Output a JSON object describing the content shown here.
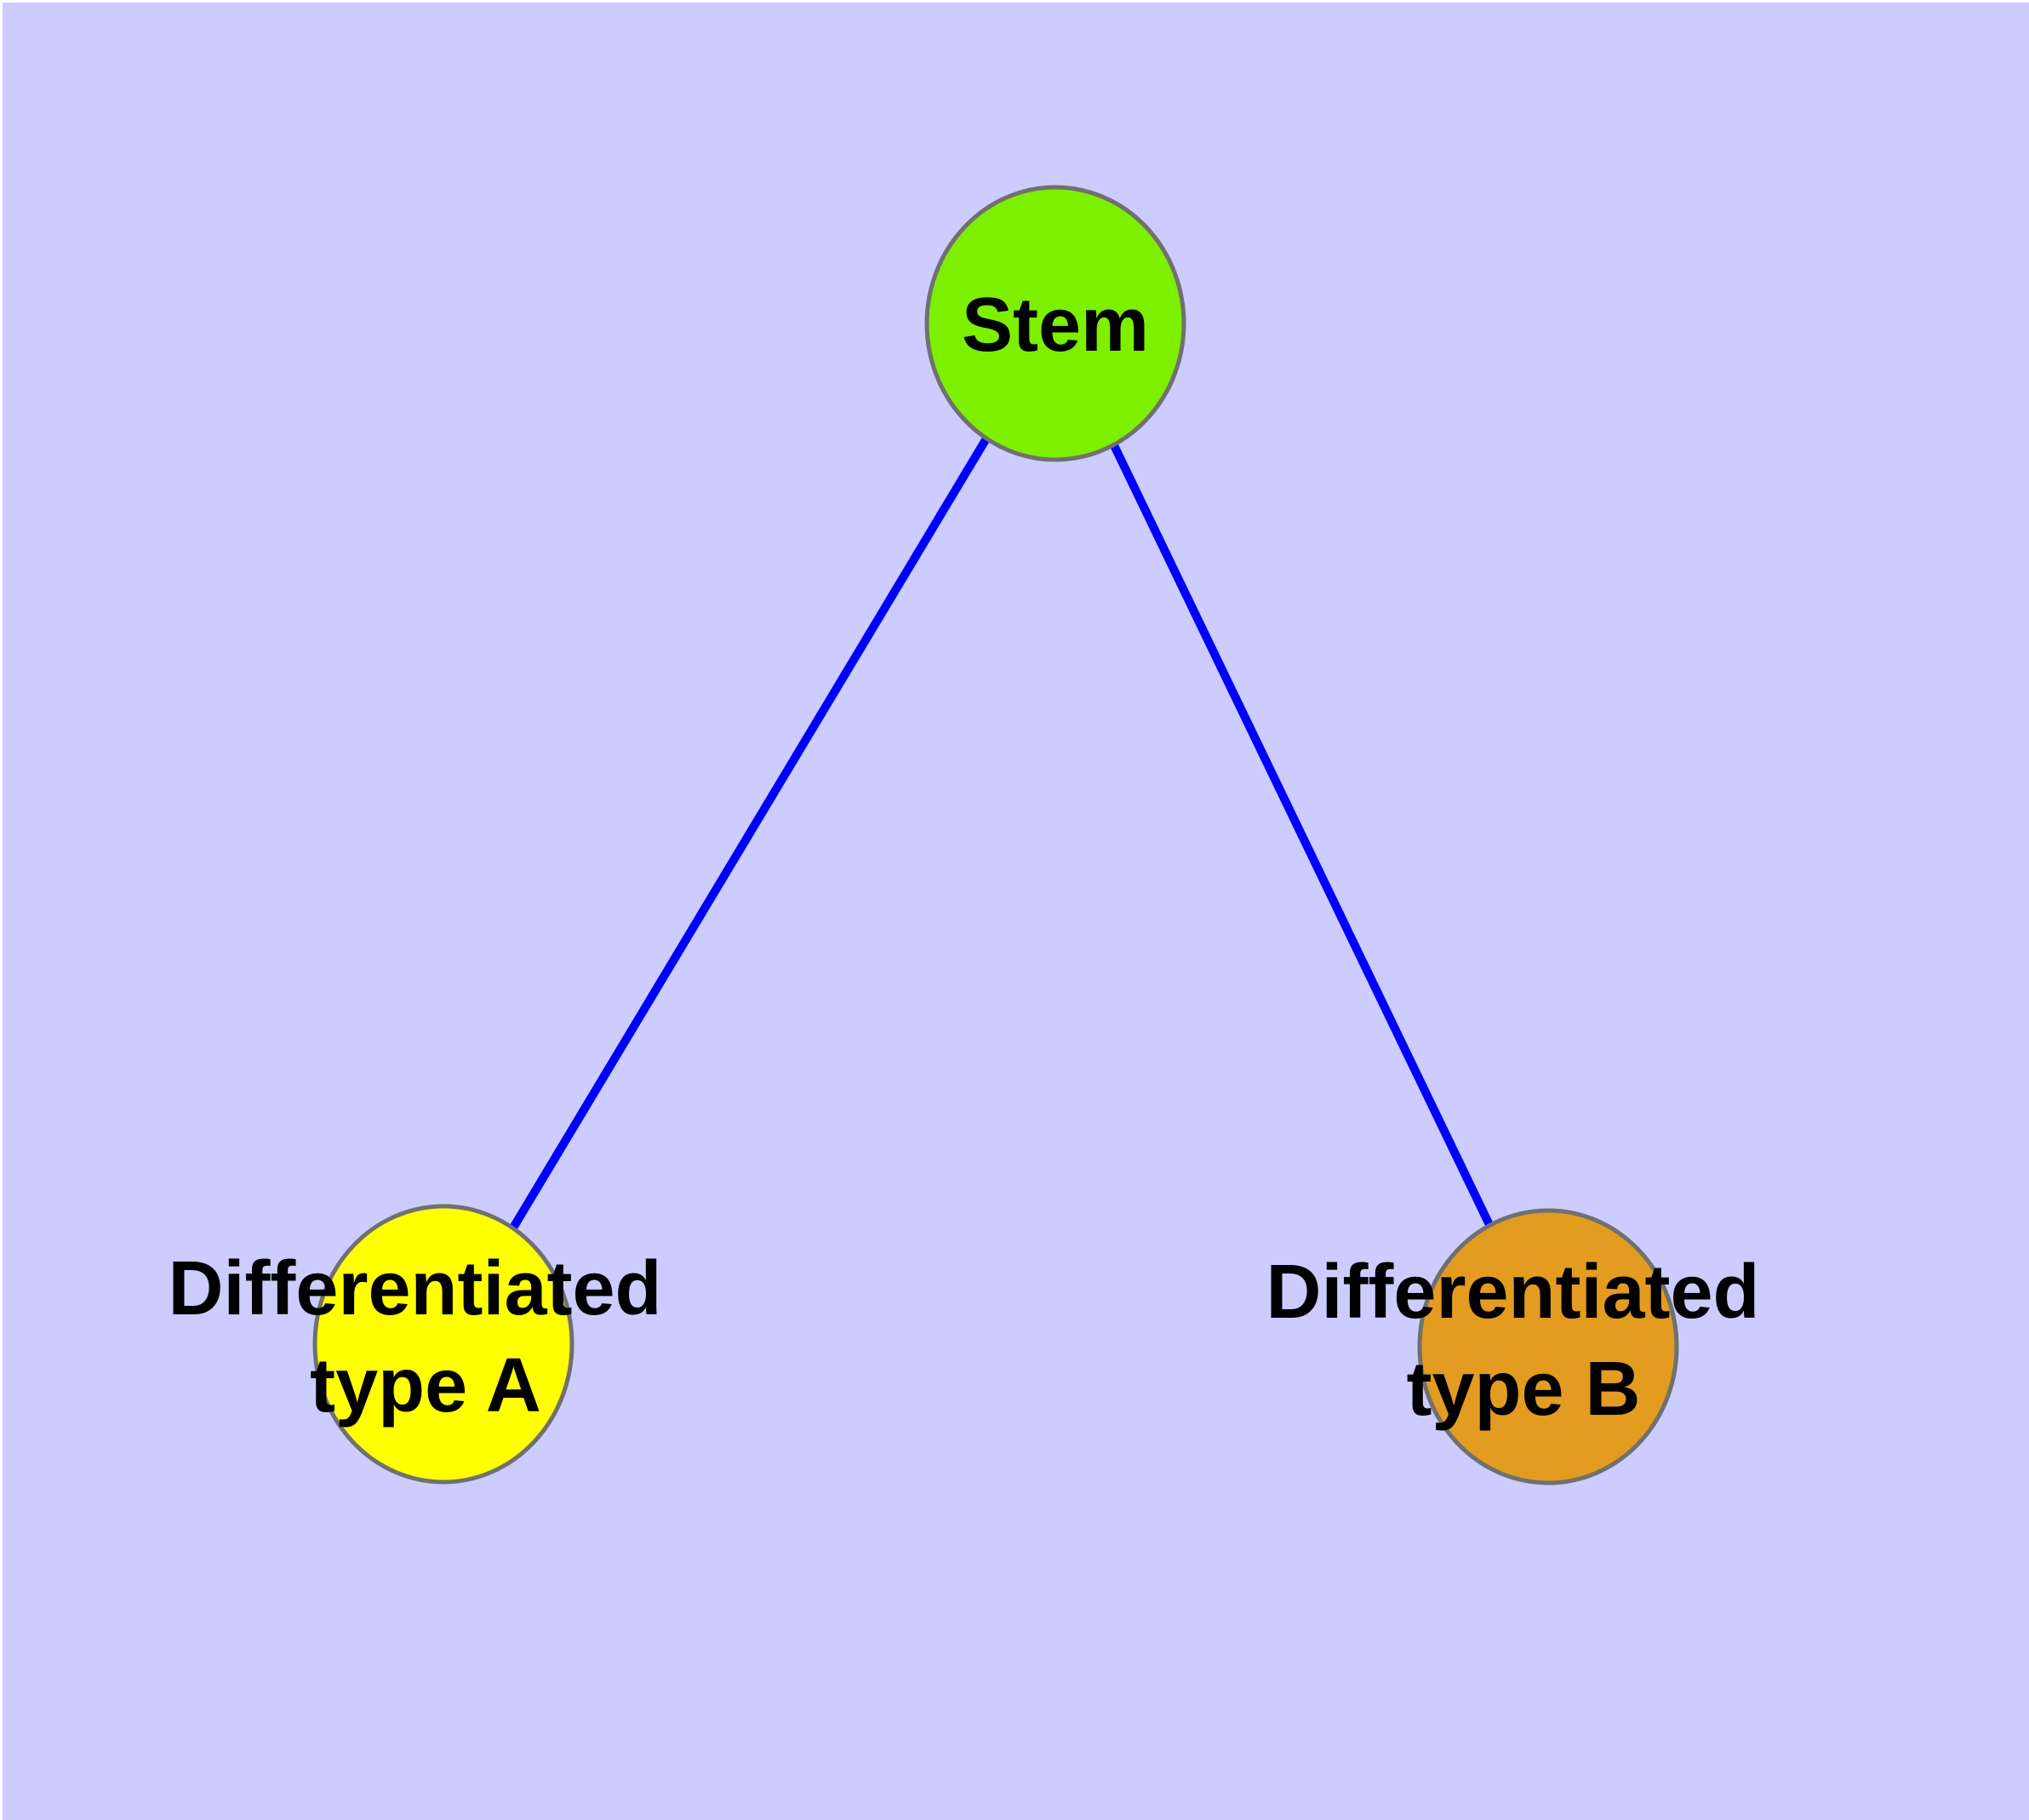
{
  "colors": {
    "page_margin": "#FFFFFF",
    "background": "#CCCCFF",
    "edge": "#0000FF",
    "node_border": "#707070",
    "label_text": "#000000"
  },
  "nodes": {
    "stem": {
      "label": "Stem",
      "fill": "#7DF000"
    },
    "type_a": {
      "label_line1": "Differentiated",
      "label_line2": "type A",
      "fill": "#FFFF00"
    },
    "type_b": {
      "label_line1": "Differentiated",
      "label_line2": "type B",
      "fill": "#E39C20"
    }
  },
  "edges": [
    {
      "from": "stem",
      "to": "type_a"
    },
    {
      "from": "stem",
      "to": "type_b"
    }
  ]
}
